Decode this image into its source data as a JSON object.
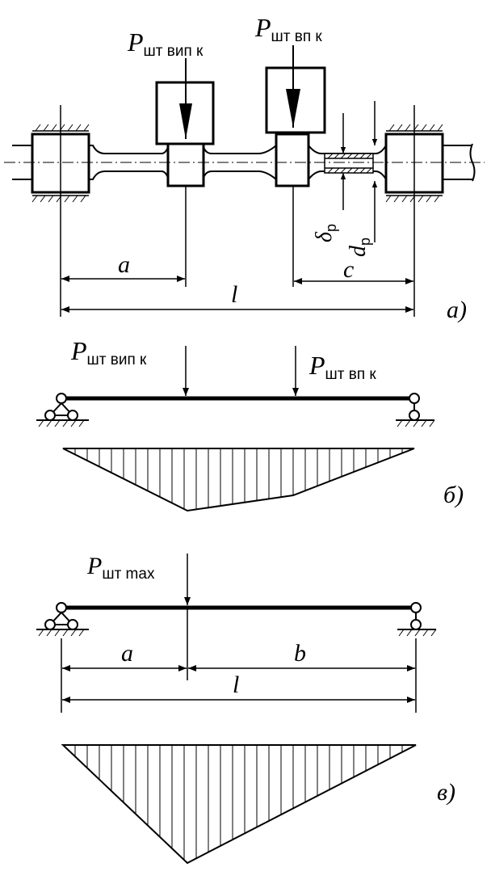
{
  "part_a": {
    "load_left_P": "P",
    "load_left_sub": "шт вип к",
    "load_right_P": "P",
    "load_right_sub": "шт вп к",
    "dim_a": "a",
    "dim_c": "c",
    "dim_l": "l",
    "delta_sym": "δ",
    "delta_sub": "р",
    "d_sym": "d",
    "d_sub": "р",
    "tag": "а)"
  },
  "part_b": {
    "load_left_P": "P",
    "load_left_sub": "шт вип к",
    "load_right_P": "P",
    "load_right_sub": "шт вп к",
    "tag": "б)"
  },
  "part_c": {
    "load_P": "P",
    "load_sub": "шт max",
    "dim_a": "a",
    "dim_b": "b",
    "dim_l": "l",
    "tag": "в)"
  }
}
